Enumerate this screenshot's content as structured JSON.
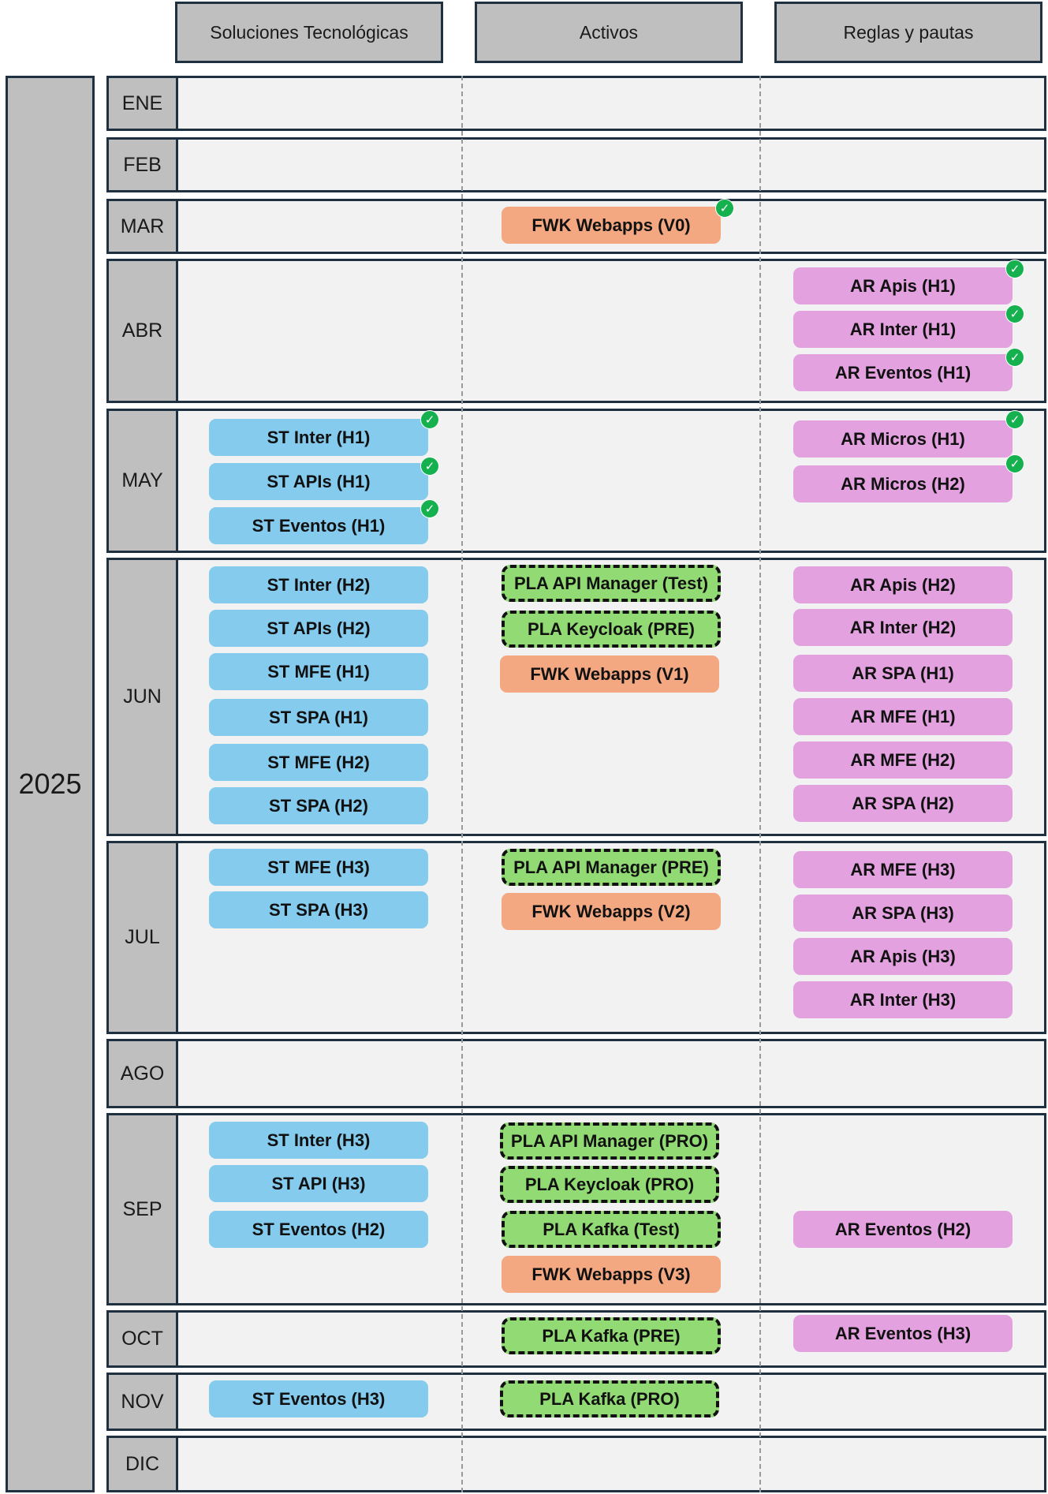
{
  "columns": [
    "Soluciones Tecnológicas",
    "Activos",
    "Reglas y pautas"
  ],
  "year": "2025",
  "months": [
    "ENE",
    "FEB",
    "MAR",
    "ABR",
    "MAY",
    "JUN",
    "JUL",
    "AGO",
    "SEP",
    "OCT",
    "NOV",
    "DIC"
  ],
  "colors": {
    "st": "#84cbee",
    "fwk": "#f3a881",
    "ar": "#e3a1e0",
    "pla": "#92db74",
    "check": "#16b14f"
  },
  "items": {
    "mar_fwk_v0": "FWK Webapps (V0)",
    "abr_ar_apis_h1": "AR Apis (H1)",
    "abr_ar_inter_h1": "AR Inter (H1)",
    "abr_ar_eventos_h1": "AR Eventos (H1)",
    "may_st_inter_h1": "ST Inter (H1)",
    "may_st_apis_h1": "ST APIs (H1)",
    "may_st_eventos_h1": "ST Eventos (H1)",
    "may_ar_micros_h1": "AR Micros (H1)",
    "may_ar_micros_h2": "AR Micros (H2)",
    "jun_st_inter_h2": "ST Inter (H2)",
    "jun_st_apis_h2": "ST APIs (H2)",
    "jun_st_mfe_h1": "ST MFE (H1)",
    "jun_st_spa_h1": "ST SPA (H1)",
    "jun_st_mfe_h2": "ST MFE (H2)",
    "jun_st_spa_h2": "ST SPA (H2)",
    "jun_pla_api_test": "PLA API Manager (Test)",
    "jun_pla_keycloak_pre": "PLA Keycloak (PRE)",
    "jun_fwk_v1": "FWK Webapps (V1)",
    "jun_ar_apis_h2": "AR Apis (H2)",
    "jun_ar_inter_h2": "AR Inter (H2)",
    "jun_ar_spa_h1": "AR SPA (H1)",
    "jun_ar_mfe_h1": "AR MFE (H1)",
    "jun_ar_mfe_h2": "AR MFE (H2)",
    "jun_ar_spa_h2": "AR SPA (H2)",
    "jul_st_mfe_h3": "ST MFE (H3)",
    "jul_st_spa_h3": "ST SPA (H3)",
    "jul_pla_api_pre": "PLA API Manager (PRE)",
    "jul_fwk_v2": "FWK Webapps (V2)",
    "jul_ar_mfe_h3": "AR MFE (H3)",
    "jul_ar_spa_h3": "AR SPA (H3)",
    "jul_ar_apis_h3": "AR Apis (H3)",
    "jul_ar_inter_h3": "AR Inter (H3)",
    "sep_st_inter_h3": "ST Inter (H3)",
    "sep_st_api_h3": "ST API (H3)",
    "sep_st_eventos_h2": "ST Eventos (H2)",
    "sep_pla_api_pro": "PLA API Manager (PRO)",
    "sep_pla_keycloak_pro": "PLA Keycloak (PRO)",
    "sep_pla_kafka_test": "PLA Kafka (Test)",
    "sep_fwk_v3": "FWK Webapps (V3)",
    "sep_ar_eventos_h2": "AR Eventos (H2)",
    "oct_pla_kafka_pre": "PLA Kafka (PRE)",
    "oct_ar_eventos_h3": "AR Eventos (H3)",
    "nov_st_eventos_h3": "ST Eventos (H3)",
    "nov_pla_kafka_pro": "PLA Kafka (PRO)"
  }
}
